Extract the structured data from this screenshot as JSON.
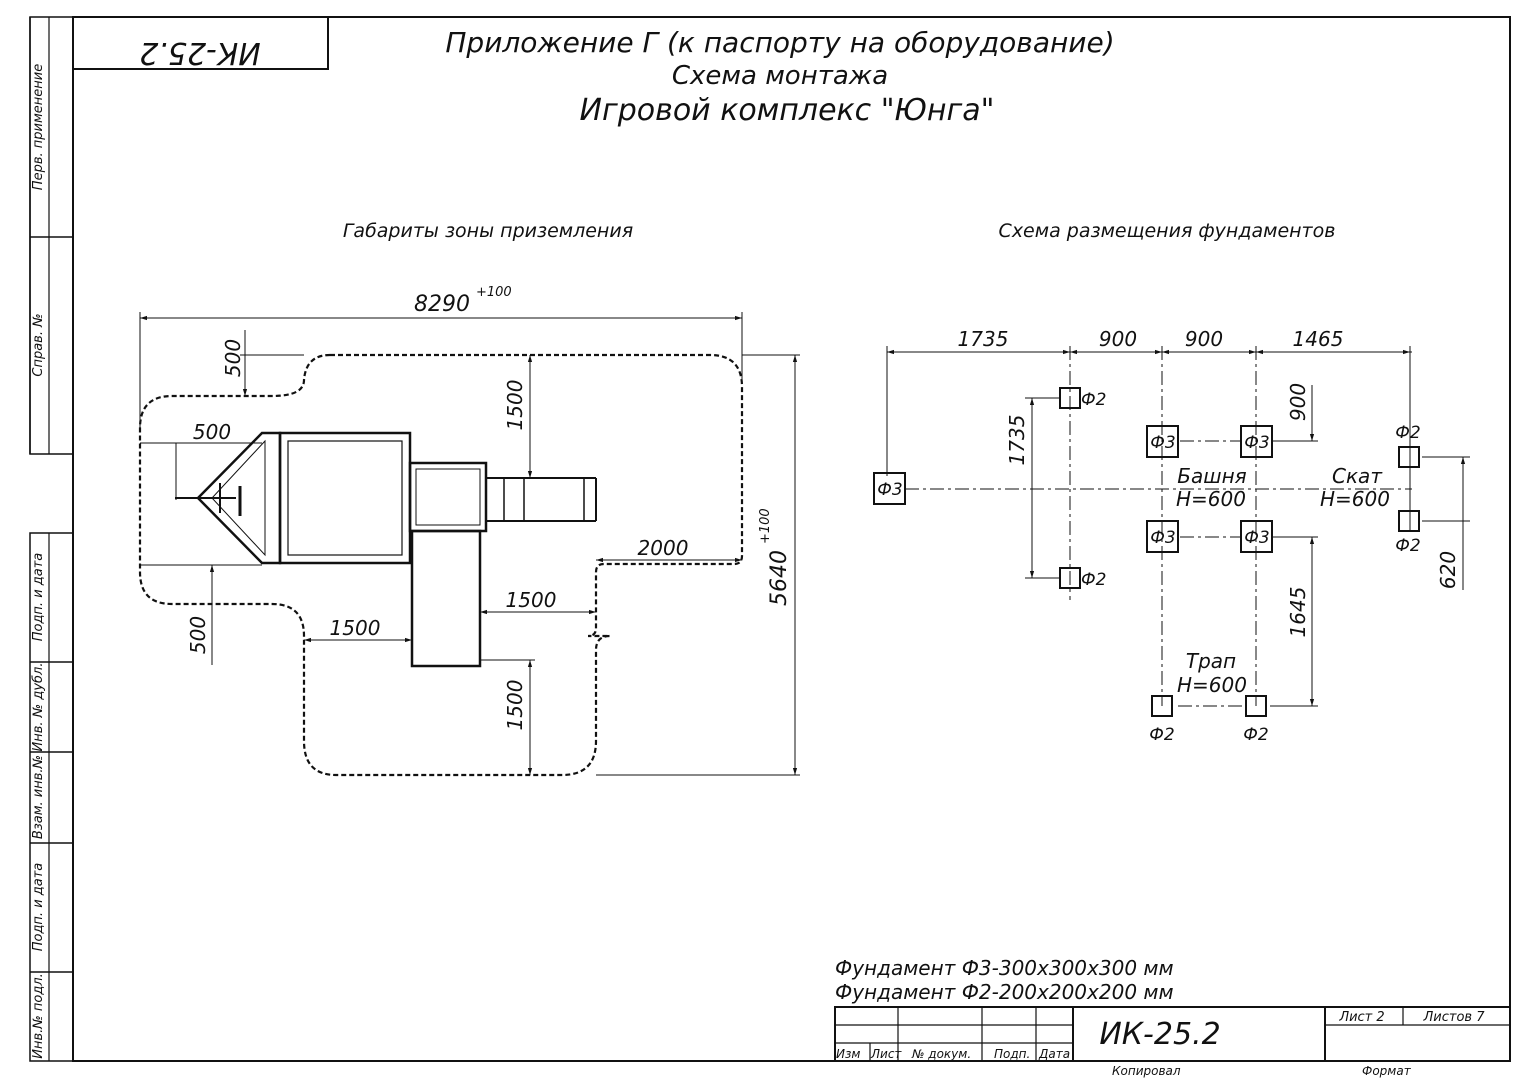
{
  "sheet": {
    "doc_code": "ИК-25.2",
    "title_line1": "Приложение Г (к паспорту на оборудование)",
    "title_line2": "Схема монтажа",
    "title_line3": "Игровой комплекс \"Юнга\""
  },
  "side_margin": {
    "perv_primenenie": "Перв. применение",
    "sprav_no": "Справ. №",
    "podp_i_data_1": "Подп. и дата",
    "inv_no_dubl": "Инв. № дубл.",
    "vzam_inv_no": "Взам. инв.№",
    "podp_i_data_2": "Подп. и дата",
    "inv_no_podl": "Инв.№ подл."
  },
  "landing_zone": {
    "title": "Габариты зоны приземления",
    "dim_width": "8290",
    "dim_width_tol": "+100",
    "dim_height": "5640",
    "dim_height_tol": "+100",
    "dim_500_top": "500",
    "dim_500_left": "500",
    "dim_500_bottom": "500",
    "dim_1500_top": "1500",
    "dim_1500_bottom": "1500",
    "dim_1500_left": "1500",
    "dim_1500_mid": "1500",
    "dim_2000": "2000"
  },
  "foundation_plan": {
    "title": "Схема размещения фундаментов",
    "dim_1735": "1735",
    "dim_900_a": "900",
    "dim_900_b": "900",
    "dim_1465": "1465",
    "dim_1735_v": "1735",
    "dim_900_v": "900",
    "dim_1645": "1645",
    "dim_620": "620",
    "label_f3": "Ф3",
    "label_f2": "Ф2",
    "bashnya": "Башня",
    "bashnya_h": "H=600",
    "skat": "Скат",
    "skat_h": "H=600",
    "trap": "Трап",
    "trap_h": "H=600"
  },
  "notes": {
    "line1": "Фундамент Ф3-300х300х300 мм",
    "line2": "Фундамент Ф2-200х200х200 мм"
  },
  "title_block": {
    "code": "ИК-25.2",
    "izm": "Изм",
    "list": "Лист",
    "n_dokum": "№ докум.",
    "podp": "Подп.",
    "data": "Дата",
    "sheet": "Лист 2",
    "sheets": "Листов 7",
    "kopiroval": "Копировал",
    "format": "Формат"
  }
}
